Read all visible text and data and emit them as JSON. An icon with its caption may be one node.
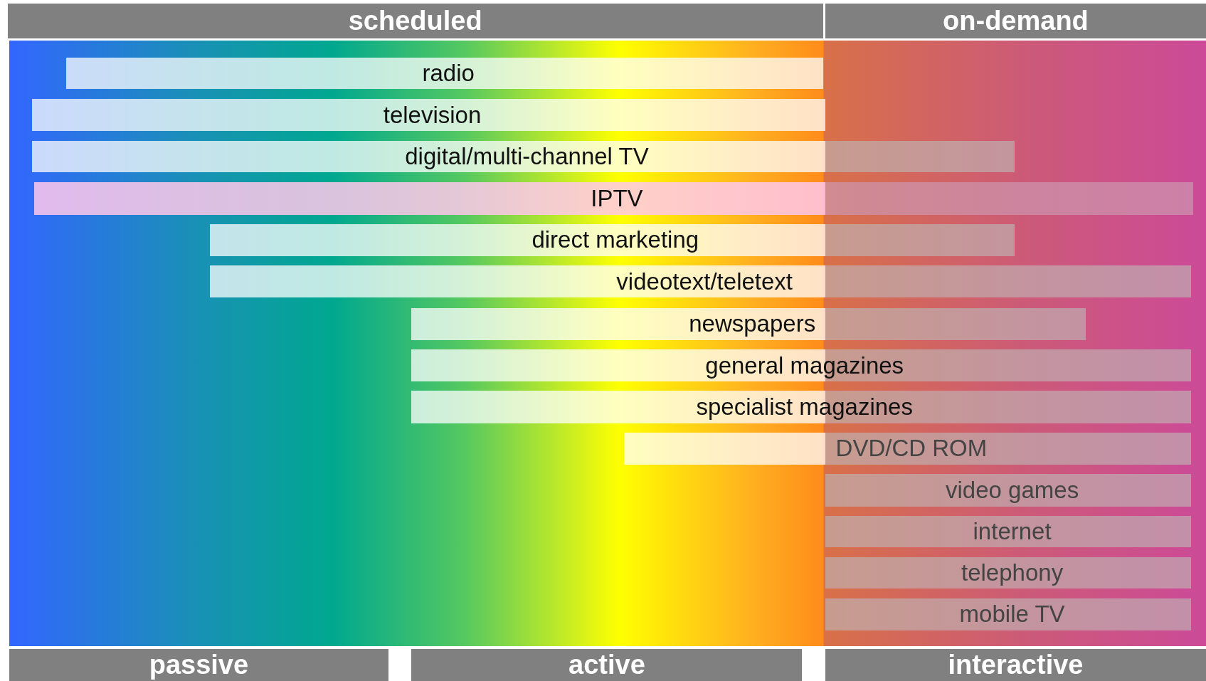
{
  "diagram": {
    "nodes": [
      {
        "text": [
          "scheduled"
        ]
      },
      {
        "text": [
          "on-demand"
        ]
      },
      {
        "text": [
          "radio"
        ]
      },
      {
        "text": [
          "television"
        ]
      },
      {
        "text": [
          "digital/multi-channel TV"
        ]
      },
      {
        "text": [
          "IPTV"
        ]
      },
      {
        "text": [
          "direct marketing"
        ]
      },
      {
        "text": [
          "videotext/teletext"
        ]
      },
      {
        "text": [
          "newspapers"
        ]
      },
      {
        "text": [
          "general magazines"
        ]
      },
      {
        "text": [
          "specialist magazines"
        ]
      },
      {
        "text": [
          "DVD/CD ROM"
        ]
      },
      {
        "text": [
          "video games"
        ]
      },
      {
        "text": [
          "internet"
        ]
      },
      {
        "text": [
          "telephony"
        ]
      },
      {
        "text": [
          "mobile TV"
        ]
      },
      {
        "text": [
          "passive"
        ]
      },
      {
        "text": [
          "active"
        ]
      },
      {
        "text": [
          "interactive"
        ]
      }
    ]
  }
}
